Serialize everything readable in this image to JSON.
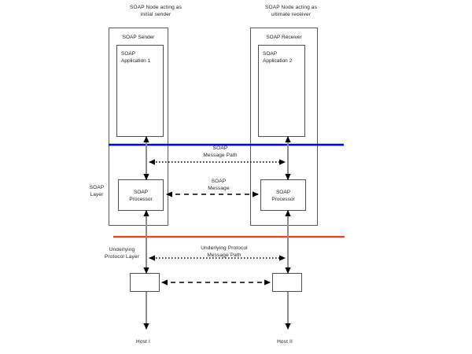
{
  "diagram": {
    "title_top_left": "SOAP Node acting as\ninitial sender",
    "title_top_right": "SOAP Node acting as\nultimate receiver",
    "left_node": {
      "box_title": "SOAP Sender",
      "app_label": "SOAP\nApplication 1",
      "processor_label": "SOAP\nProcessor"
    },
    "right_node": {
      "box_title": "SOAP Receiver",
      "app_label": "SOAP\nApplication 2",
      "processor_label": "SOAP\nProcessor"
    },
    "layers": {
      "soap_layer_label": "SOAP\nLayer",
      "underlying_layer_label": "Underlying\nProtocol Layer"
    },
    "paths": {
      "soap_message_path": "SOAP\nMessage Path",
      "soap_message": "SOAP\nMessage",
      "underlying_message_path": "Underlying Protocol\nMessage Path"
    },
    "hosts": {
      "left": "Host  I",
      "right": "Host  II"
    },
    "colors": {
      "soap_boundary_line": "#0000ee",
      "underlying_boundary_line": "#e8401c",
      "box_border": "#555555",
      "arrow": "#808080",
      "arrow_dark": "#000000",
      "text": "#1a1a1a",
      "background": "#ffffff"
    }
  }
}
